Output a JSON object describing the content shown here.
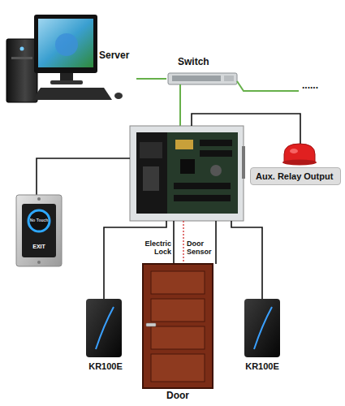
{
  "diagram": {
    "nodes": [
      {
        "text": [
          "Server"
        ]
      },
      {
        "text": [
          "Switch"
        ]
      },
      {
        "text": [
          "No Touch",
          "EXIT"
        ]
      },
      {
        "text": [
          "Aux. Relay Output"
        ]
      },
      {
        "text": [
          "Door"
        ]
      },
      {
        "text": [
          "KR100E"
        ]
      },
      {
        "text": [
          "KR100E"
        ]
      }
    ],
    "edges": [
      {
        "from": 0,
        "to": 1,
        "arrow": "none"
      }
    ],
    "labels": [
      "Electric Lock",
      "Door Sensor",
      "......"
    ]
  }
}
